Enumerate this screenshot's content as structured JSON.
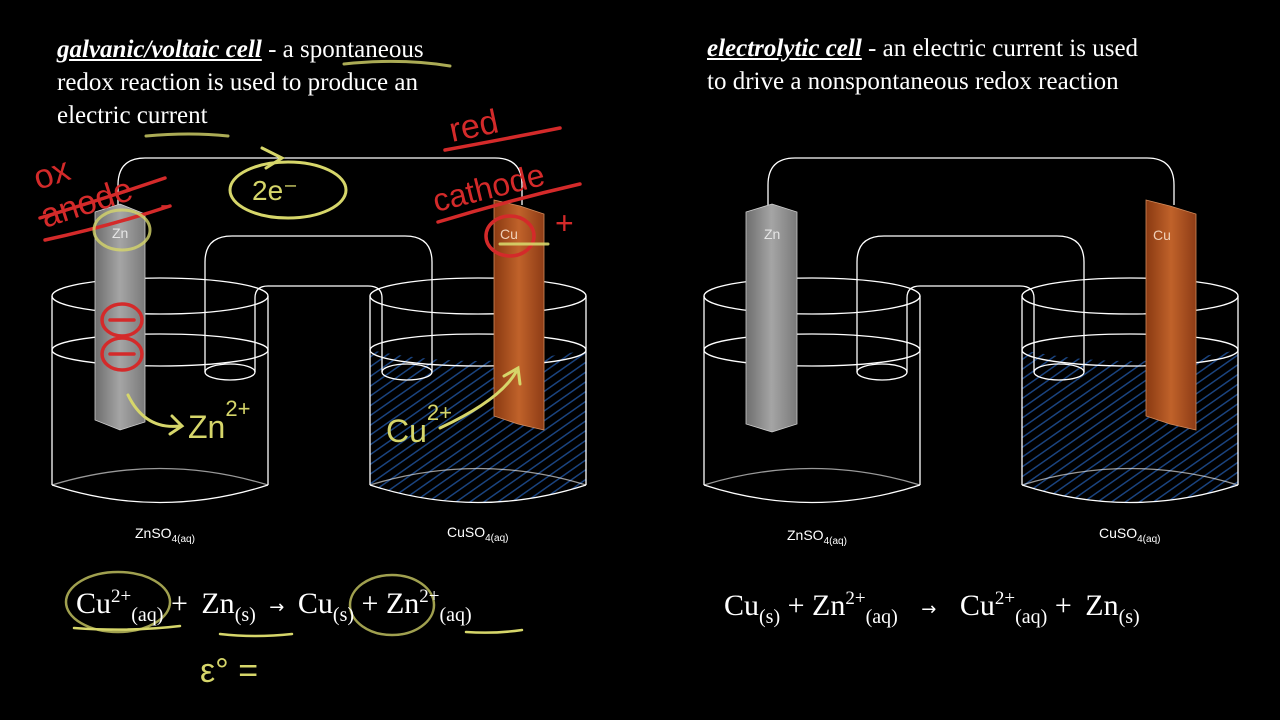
{
  "left": {
    "heading": {
      "term": "galvanic/voltaic cell",
      "text_line1": " - a spontaneous",
      "text_line2": "redox reaction is used to produce an",
      "text_line3": "electric current"
    },
    "zn_electrode": "Zn",
    "cu_electrode": "Cu",
    "solution_left": {
      "formula": "ZnSO",
      "sub": "4(aq)"
    },
    "solution_right": {
      "formula": "CuSO",
      "sub": "4(aq)"
    },
    "equation": {
      "r1": "Cu",
      "r1_sup": "2+",
      "r1_sub": "(aq)",
      "plus1": "+",
      "r2": "Zn",
      "r2_sub": "(s)",
      "arrow": "→",
      "p1": "Cu",
      "p1_sub": "(s)",
      "plus2": "+",
      "p2": "Zn",
      "p2_sup": "2+",
      "p2_sub": "(aq)"
    },
    "annotations": {
      "ox": "ox",
      "anode": "anode",
      "minus": "-",
      "electrons": "2e⁻",
      "red": "red",
      "cathode": "cathode",
      "plus": "+",
      "zn_ion": "Zn",
      "zn_ion_sup": "2+",
      "cu_ion": "Cu",
      "cu_ion_sup": "2+",
      "e_standard": "ε° ="
    }
  },
  "right": {
    "heading": {
      "term": "electrolytic cell",
      "text_line1": " - an electric current is used",
      "text_line2": "to drive a nonspontaneous redox reaction"
    },
    "zn_electrode": "Zn",
    "cu_electrode": "Cu",
    "solution_left": {
      "formula": "ZnSO",
      "sub": "4(aq)"
    },
    "solution_right": {
      "formula": "CuSO",
      "sub": "4(aq)"
    },
    "equation": {
      "r1": "Cu",
      "r1_sub": "(s)",
      "plus1": "+",
      "r2": "Zn",
      "r2_sup": "2+",
      "r2_sub": "(aq)",
      "arrow": "→",
      "p1": "Cu",
      "p1_sup": "2+",
      "p1_sub": "(aq)",
      "plus2": "+",
      "p2": "Zn",
      "p2_sub": "(s)"
    }
  },
  "colors": {
    "background": "#000000",
    "annotation_red": "#d42a2a",
    "annotation_yellow": "#d6d66a",
    "copper": "#b5531f",
    "zinc": "#9a9a9a",
    "solution_blue": "#1d4a8c"
  }
}
